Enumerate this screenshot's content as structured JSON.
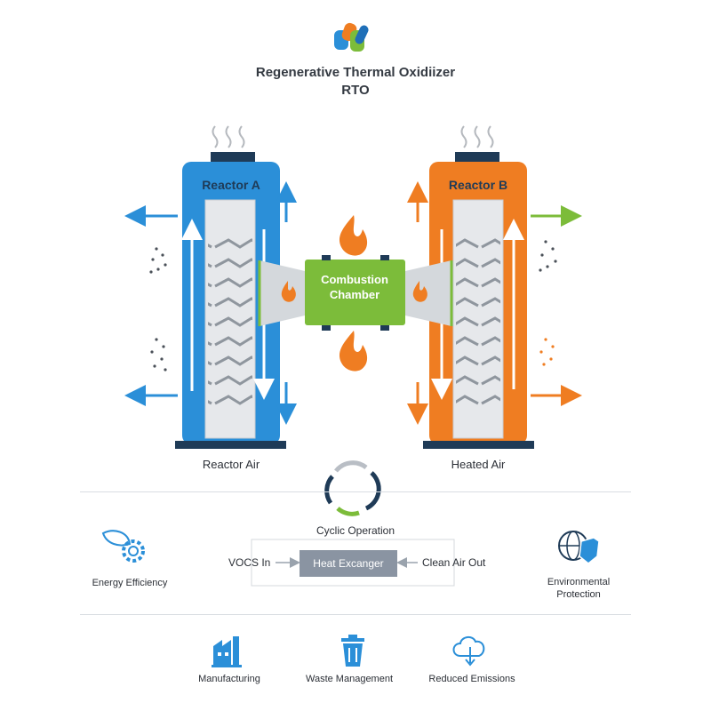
{
  "header": {
    "title_line1": "Regenerative Thermal Oxidiizer",
    "title_line2": "RTO"
  },
  "reactor_a": {
    "title": "Reactor A",
    "bottom_label": "Reactor Air",
    "color": "#2b8fd8"
  },
  "reactor_b": {
    "title": "Reactor B",
    "bottom_label": "Heated Air",
    "color": "#ef7d22"
  },
  "chamber": {
    "line1": "Combustion",
    "line2": "Chamber",
    "color": "#7cbc3a"
  },
  "cycle": {
    "label": "Cyclic Operation"
  },
  "flow": {
    "input": "VOCS In",
    "center": "Heat Excanger",
    "output": "Clean Air Out"
  },
  "benefits": {
    "left": "Energy Efficiency",
    "right_line1": "Environmental",
    "right_line2": "Protection"
  },
  "applications": [
    {
      "label": "Manufacturing",
      "icon": "factory-icon"
    },
    {
      "label": "Waste Management",
      "icon": "trash-icon"
    },
    {
      "label": "Reduced Emissions",
      "icon": "cloud-download-icon"
    }
  ],
  "colors": {
    "blue": "#2b8fd8",
    "orange": "#ef7d22",
    "green": "#7cbc3a",
    "navy": "#1f3b57",
    "gray": "#8a94a2"
  }
}
